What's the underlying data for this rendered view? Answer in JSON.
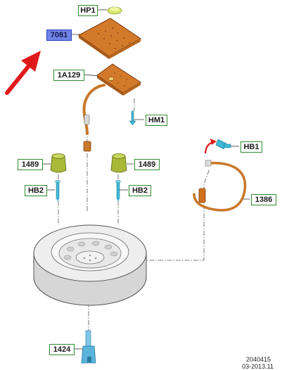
{
  "colors": {
    "label_border": "#2f8a2f",
    "highlight_fill": "#6f84e8",
    "arrow": "#e01a1a",
    "pad_orange": "#d27a2a",
    "bumper_olive": "#a8b838",
    "fastener_cyan": "#3fb8d8",
    "hose_orange": "#c9782a"
  },
  "labels": {
    "hp1": "HP1",
    "n7081": "7081",
    "n1a129": "1A129",
    "hm1": "HM1",
    "hb1": "HB1",
    "n1489_left": "1489",
    "n1489_right": "1489",
    "hb2_left": "HB2",
    "hb2_right": "HB2",
    "n1386": "1386",
    "n1424": "1424"
  },
  "footer": {
    "code": "2040415",
    "date": "03-2013.11"
  }
}
